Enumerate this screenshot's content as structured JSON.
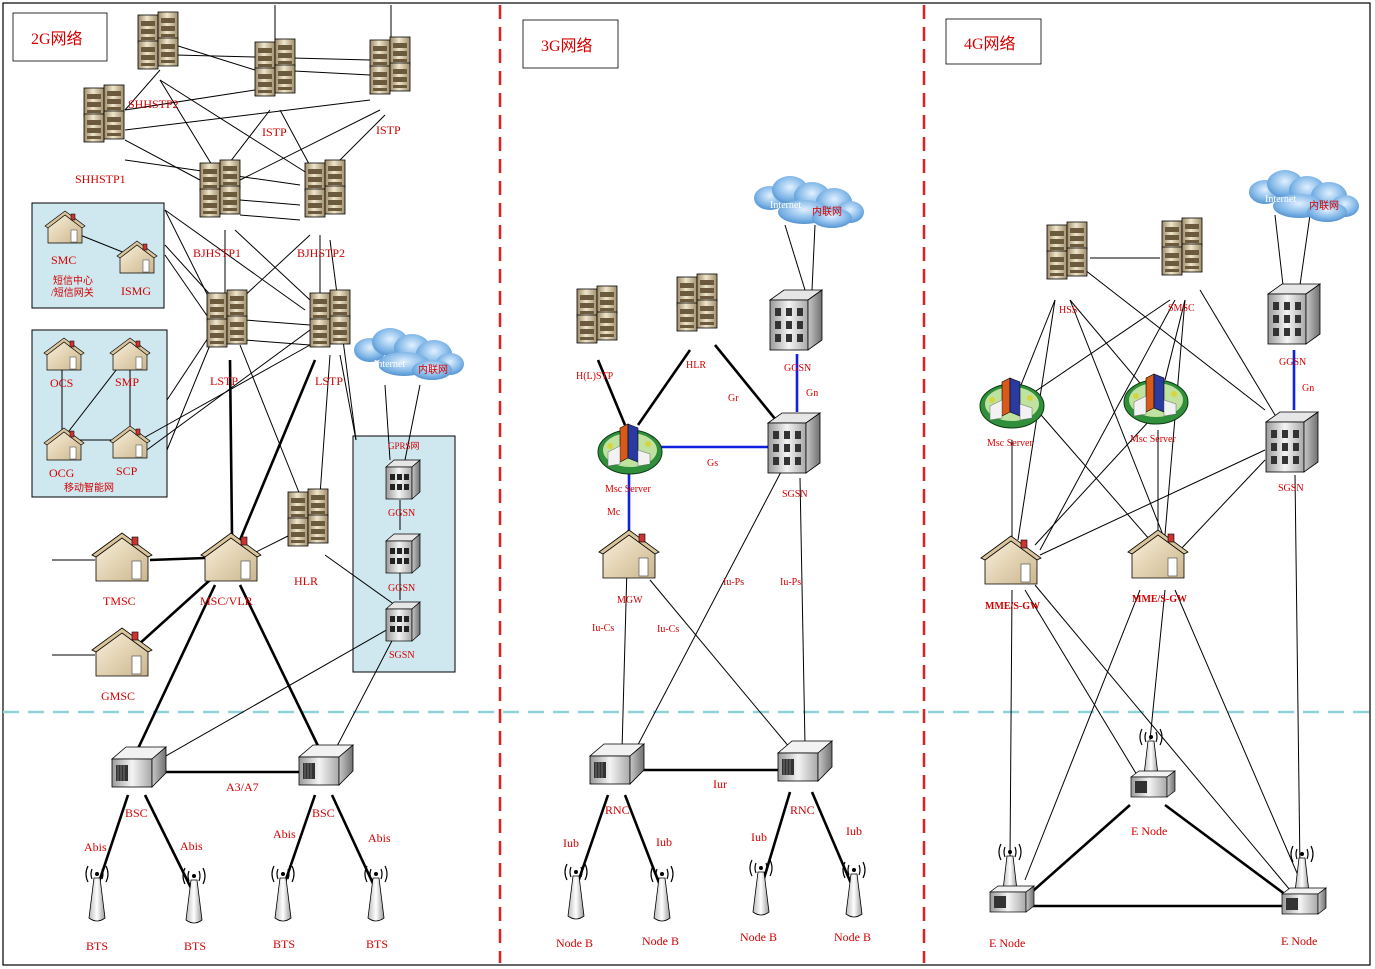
{
  "colors": {
    "label": "#d40000",
    "divider": "#e02020",
    "lower_dash": "#8fd3d8",
    "blue_link": "#1020e0",
    "panel_fill": "#cfe7ee"
  },
  "panels": {
    "g2": "2G网络",
    "g3": "3G网络",
    "g4": "4G网络"
  },
  "nodes2g": {
    "shhstp2": "SHHSTP2",
    "istp1": "ISTP",
    "istp2": "ISTP",
    "shhstp1": "SHHSTP1",
    "bjhstp1": "BJHSTP1",
    "bjhstp2": "BJHSTP2",
    "lstp1": "LSTP",
    "lstp2": "LSTP",
    "smc": "SMC",
    "ismg": "ISMG",
    "sms_group": "短信中心\n/短信网关",
    "ocs": "OCS",
    "smp": "SMP",
    "ocg": "OCG",
    "scp": "SCP",
    "in_group": "移动智能网",
    "internet": "Internet",
    "intranet": "内联网",
    "gprs": "GPRS网",
    "ggsn1": "GGSN",
    "ggsn2": "GGSN",
    "sgsn": "SGSN",
    "hlr": "HLR",
    "tmsc": "TMSC",
    "msc_vlr": "MSC/VLR",
    "gmsc": "GMSC",
    "bsc1": "BSC",
    "bsc2": "BSC",
    "a3a7": "A3/A7",
    "abis1": "Abis",
    "abis2": "Abis",
    "abis3": "Abis",
    "abis4": "Abis",
    "bts1": "BTS",
    "bts2": "BTS",
    "bts3": "BTS",
    "bts4": "BTS"
  },
  "nodes3g": {
    "hlstp": "H(L)STP",
    "hlr": "HLR",
    "internet": "Internet",
    "intranet": "内联网",
    "ggsn": "GGSN",
    "gn": "Gn",
    "gr": "Gr",
    "gs": "Gs",
    "sgsn": "SGSN",
    "msc_server": "Msc Server",
    "mc": "Mc",
    "mgw": "MGW",
    "iu_ps1": "Iu-Ps",
    "iu_ps2": "Iu-Ps",
    "iu_cs1": "Iu-Cs",
    "iu_cs2": "Iu-Cs",
    "rnc1": "RNC",
    "rnc2": "RNC",
    "iur": "Iur",
    "iub1": "Iub",
    "iub2": "Iub",
    "iub3": "Iub",
    "iub4": "Iub",
    "nodeb1": "Node B",
    "nodeb2": "Node B",
    "nodeb3": "Node B",
    "nodeb4": "Node B"
  },
  "nodes4g": {
    "internet": "Internet",
    "intranet": "内联网",
    "hss": "HSS",
    "smsc": "SMSC",
    "ggsn": "GGSN",
    "gn": "Gn",
    "sgsn": "SGSN",
    "msc_server1": "Msc Server",
    "msc_server2": "Msc Server",
    "mme1": "MME/S-GW",
    "mme2": "MME/S-GW",
    "enode_top": "E Node",
    "enode_left": "E Node",
    "enode_right": "E Node"
  }
}
